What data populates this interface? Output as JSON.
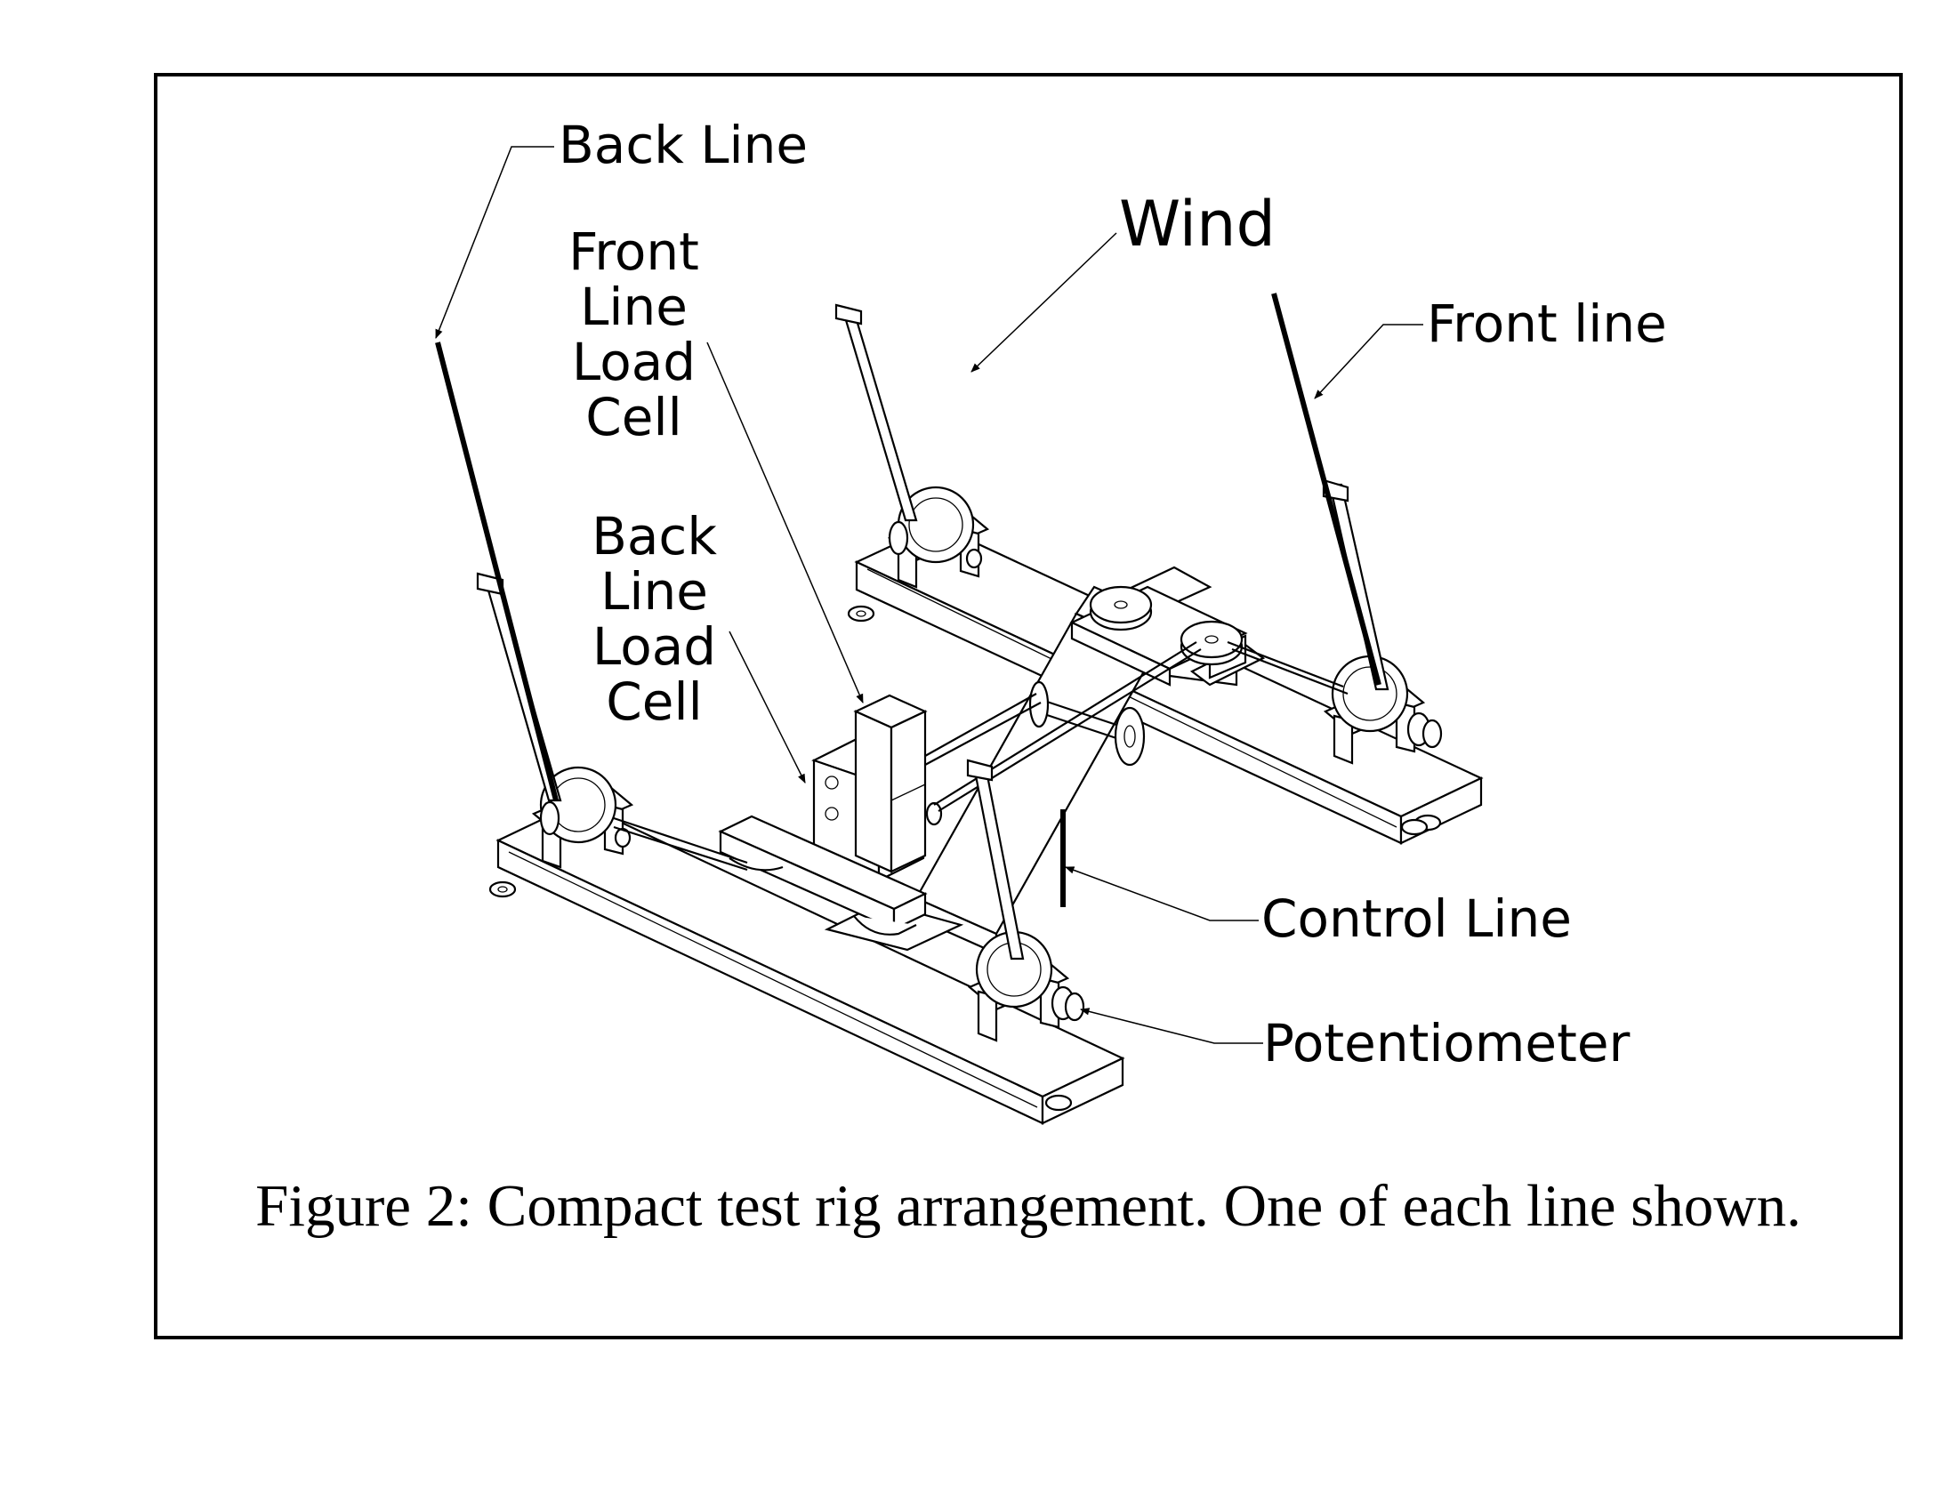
{
  "labels": {
    "back_line": "Back Line",
    "wind": "Wind",
    "front_line_load_cell": [
      "Front",
      "Line",
      "Load",
      "Cell"
    ],
    "front_line": "Front line",
    "back_line_load_cell": [
      "Back",
      "Line",
      "Load",
      "Cell"
    ],
    "control_line": "Control Line",
    "potentiometer": "Potentiometer"
  },
  "caption": "Figure 2: Compact test rig arrangement. One of each line shown."
}
